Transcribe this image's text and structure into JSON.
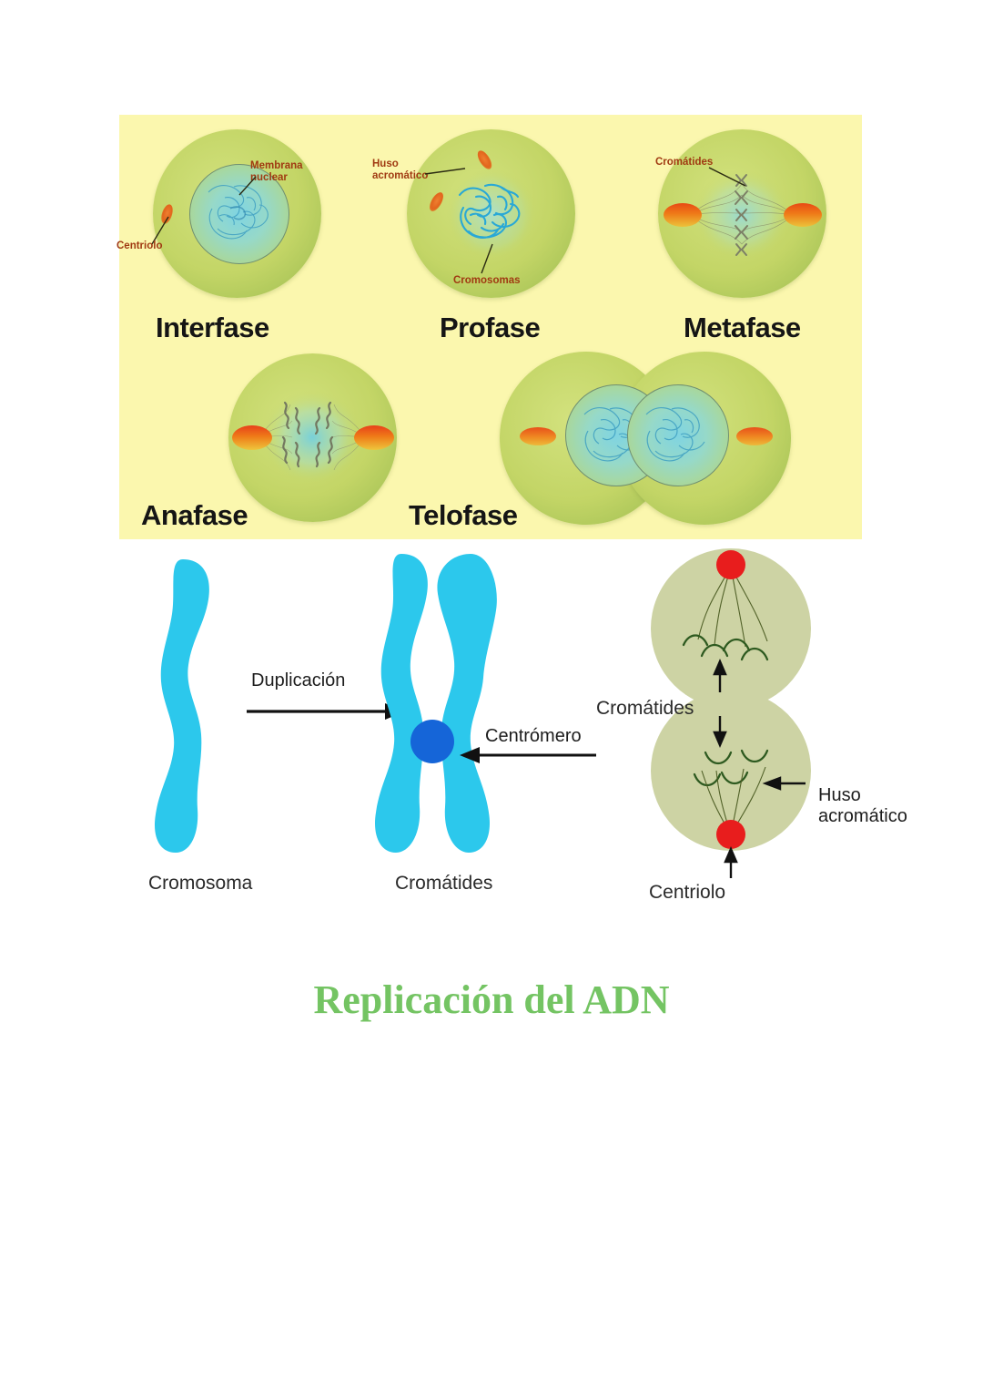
{
  "title": "Replicación del ADN",
  "mitosis": {
    "background_color": "#fbf7ae",
    "cell_color": "#c3d566",
    "annotation_color": "#a03a12",
    "phases": [
      {
        "id": "interfase",
        "label": "Interfase",
        "annotations": [
          "Membrana\nnuclear",
          "Centriolo"
        ]
      },
      {
        "id": "profase",
        "label": "Profase",
        "annotations": [
          "Huso\nacromático",
          "Cromosomas"
        ]
      },
      {
        "id": "metafase",
        "label": "Metafase",
        "annotations": [
          "Cromátides"
        ]
      },
      {
        "id": "anafase",
        "label": "Anafase",
        "annotations": []
      },
      {
        "id": "telofase",
        "label": "Telofase",
        "annotations": []
      }
    ],
    "labels": {
      "membrana_nuclear": "Membrana\nnuclear",
      "centriolo": "Centriolo",
      "huso_acromatico": "Huso\nacromático",
      "cromosomas": "Cromosomas",
      "cromatides": "Cromátides",
      "interfase": "Interfase",
      "profase": "Profase",
      "metafase": "Metafase",
      "anafase": "Anafase",
      "telofase": "Telofase"
    }
  },
  "chromosome": {
    "chromosome_color": "#2cc8ec",
    "centromere_color": "#1565d8",
    "centriole_color": "#e81d1d",
    "cell_color": "#cdd3a4",
    "spindle_color": "#4b5b22",
    "single_label": "Cromosoma",
    "duplicated_label": "Cromátides",
    "process_label": "Duplicación",
    "centromere_label": "Centrómero",
    "spindle_cell": {
      "chromatids_label": "Cromátides",
      "spindle_label": "Huso\nacromático",
      "centriole_label": "Centriolo"
    }
  }
}
